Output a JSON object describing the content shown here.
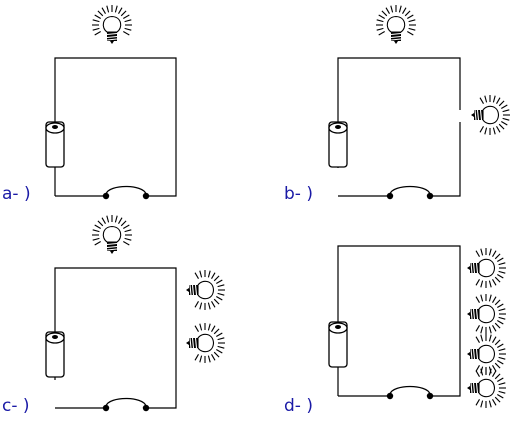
{
  "labels": {
    "a": "a- )",
    "b": "b- )",
    "c": "c- )",
    "d": "d- )"
  },
  "colors": {
    "wire": "#000000",
    "label": "#1a1aa6",
    "background": "#ffffff"
  },
  "icons": {
    "bulb": "light-bulb-icon",
    "battery": "battery-icon",
    "switch": "switch-icon"
  }
}
